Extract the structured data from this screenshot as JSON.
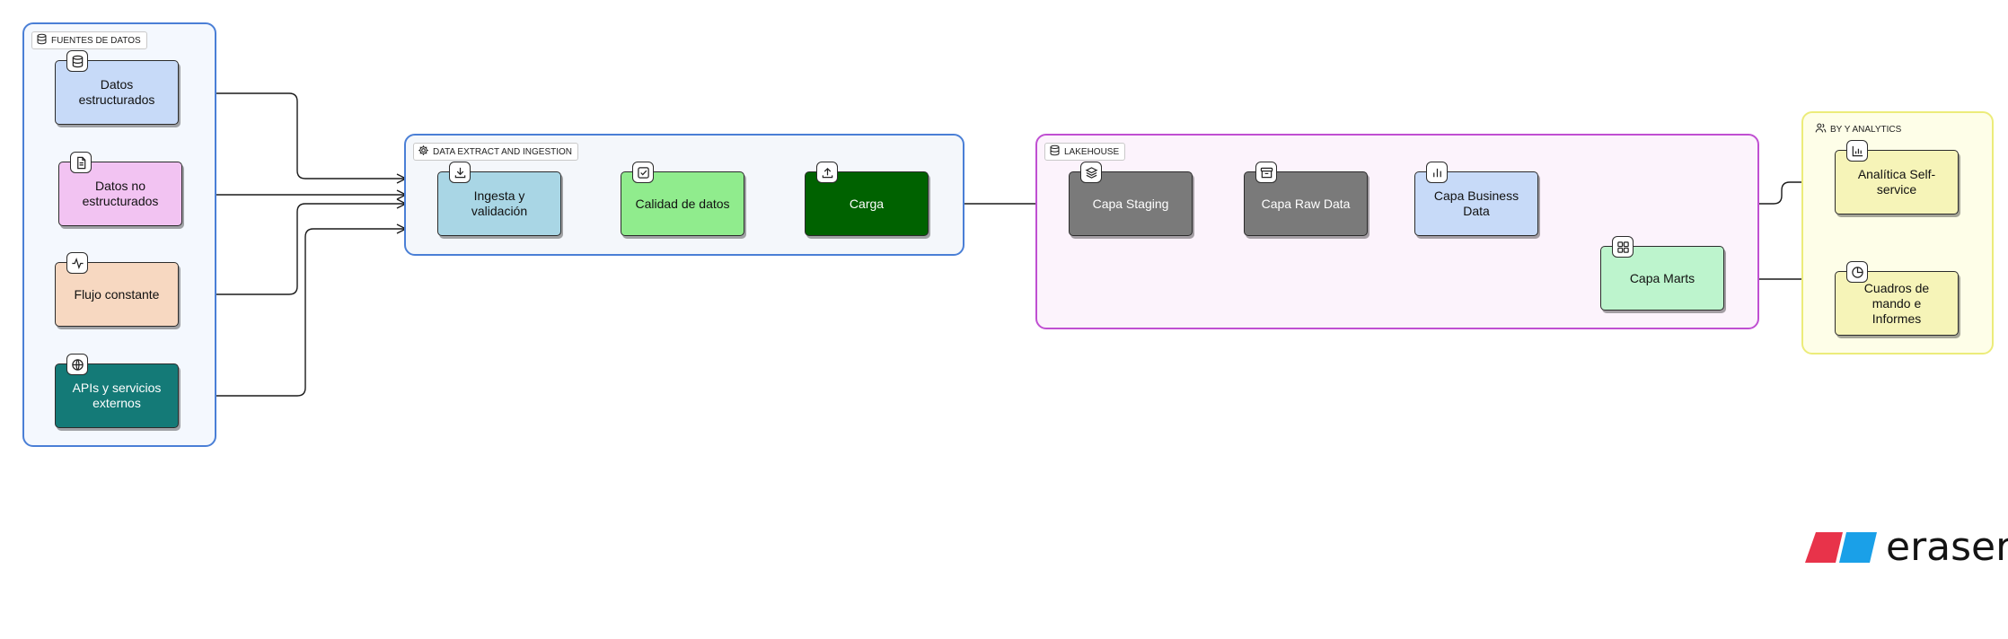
{
  "groups": {
    "sources": {
      "title": "FUENTES DE DATOS",
      "icon": "database-icon"
    },
    "ingestion": {
      "title": "DATA EXTRACT AND INGESTION",
      "icon": "gear-icon"
    },
    "lakehouse": {
      "title": "LAKEHOUSE",
      "icon": "database-icon"
    },
    "bi": {
      "title": "BY Y ANALYTICS",
      "icon": "users-icon"
    }
  },
  "nodes": {
    "structured": {
      "label": "Datos estructurados",
      "icon": "database-icon",
      "color": "#c7daf8"
    },
    "unstructured": {
      "label": "Datos no estructurados",
      "icon": "document-icon",
      "color": "#f2c3f2"
    },
    "stream": {
      "label": "Flujo constante",
      "icon": "activity-icon",
      "color": "#f7d8c1"
    },
    "apis": {
      "label": "APIs y servicios externos",
      "icon": "globe-icon",
      "color": "#147a77"
    },
    "ingest": {
      "label": "Ingesta y validación",
      "icon": "download-icon",
      "color": "#a9d6e5"
    },
    "quality": {
      "label": "Calidad de datos",
      "icon": "check-square-icon",
      "color": "#90ec8d"
    },
    "load": {
      "label": "Carga",
      "icon": "upload-icon",
      "color": "#006200"
    },
    "staging": {
      "label": "Capa Staging",
      "icon": "layers-icon",
      "color": "#7a7a7a"
    },
    "raw": {
      "label": "Capa Raw Data",
      "icon": "archive-icon",
      "color": "#7a7a7a"
    },
    "business": {
      "label": "Capa Business Data",
      "icon": "bar-chart-icon",
      "color": "#c7daf8"
    },
    "marts": {
      "label": "Capa Marts",
      "icon": "grid-icon",
      "color": "#bdf4cd"
    },
    "selfservice": {
      "label": "Analítica Self-service",
      "icon": "bar-chart-icon",
      "color": "#f6f4b8"
    },
    "dashboards": {
      "label": "Cuadros de mando e Informes",
      "icon": "pie-chart-icon",
      "color": "#f6f4b8"
    }
  },
  "brand": {
    "name": "eraser",
    "colors": [
      "#e8334a",
      "#1aa0e8"
    ]
  }
}
